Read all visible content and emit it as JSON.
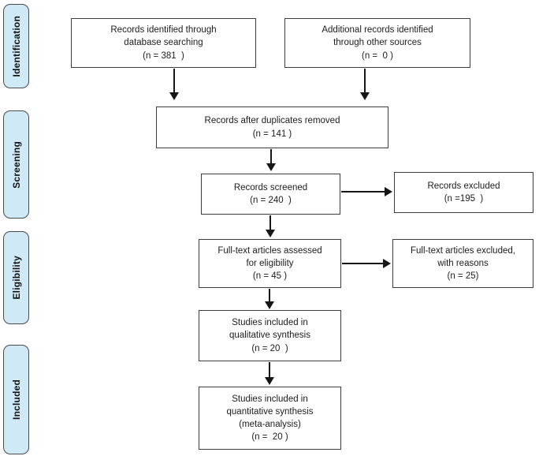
{
  "diagram_type": "prisma-flow-diagram",
  "colors": {
    "stage_fill": "#cfe9f7",
    "stage_border": "#4a4a4a",
    "box_border": "#3c3c3c",
    "arrow": "#161616",
    "text": "#1c1c1c",
    "background": "#ffffff"
  },
  "stages": [
    {
      "label": "Identification"
    },
    {
      "label": "Screening"
    },
    {
      "label": "Eligibility"
    },
    {
      "label": "Included"
    }
  ],
  "boxes": {
    "identified_database": {
      "text": "Records identified through\ndatabase searching\n(n = 381  )"
    },
    "identified_other": {
      "text": "Additional records identified\nthrough other sources\n(n =  0 )"
    },
    "duplicates_removed": {
      "text": "Records after duplicates removed\n(n = 141 )"
    },
    "screened": {
      "text": "Records screened\n(n = 240  )"
    },
    "excluded": {
      "text": "Records excluded\n(n =195  )"
    },
    "fulltext_assessed": {
      "text": "Full-text articles assessed\nfor eligibility\n(n = 45 )"
    },
    "fulltext_excluded": {
      "text": "Full-text articles excluded,\nwith reasons\n(n = 25)"
    },
    "qualitative": {
      "text": "Studies included in\nqualitative synthesis\n(n = 20  )"
    },
    "quantitative": {
      "text": "Studies included in\nquantitative synthesis\n(meta-analysis)\n(n =  20 )"
    }
  }
}
